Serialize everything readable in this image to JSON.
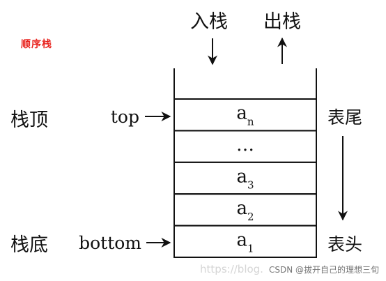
{
  "title": "顺序栈",
  "labels": {
    "push": "入栈",
    "pop": "出栈",
    "stack_top": "栈顶",
    "stack_bottom": "栈底",
    "top_ptr": "top",
    "bottom_ptr": "bottom",
    "table_tail": "表尾",
    "table_head": "表头"
  },
  "cells": [
    {
      "base": "a",
      "sub": "n"
    },
    {
      "base": "…",
      "sub": ""
    },
    {
      "base": "a",
      "sub": "3"
    },
    {
      "base": "a",
      "sub": "2"
    },
    {
      "base": "a",
      "sub": "1"
    }
  ],
  "watermark": {
    "faint": "https://blog.",
    "text": "CSDN @拔开自己的理想三旬"
  }
}
